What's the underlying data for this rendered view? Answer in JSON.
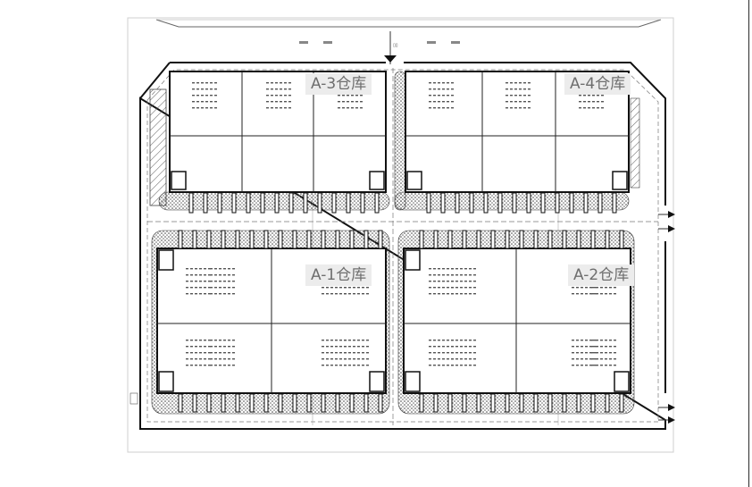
{
  "warehouses": [
    {
      "id": "a3",
      "label": "A-3仓库"
    },
    {
      "id": "a4",
      "label": "A-4仓库"
    },
    {
      "id": "a1",
      "label": "A-1仓库"
    },
    {
      "id": "a2",
      "label": "A-2仓库"
    }
  ],
  "colors": {
    "line": "#1a1a1a",
    "hatch": "#555555",
    "label_bg": "#ececec",
    "label_text": "#6e6e6e"
  }
}
